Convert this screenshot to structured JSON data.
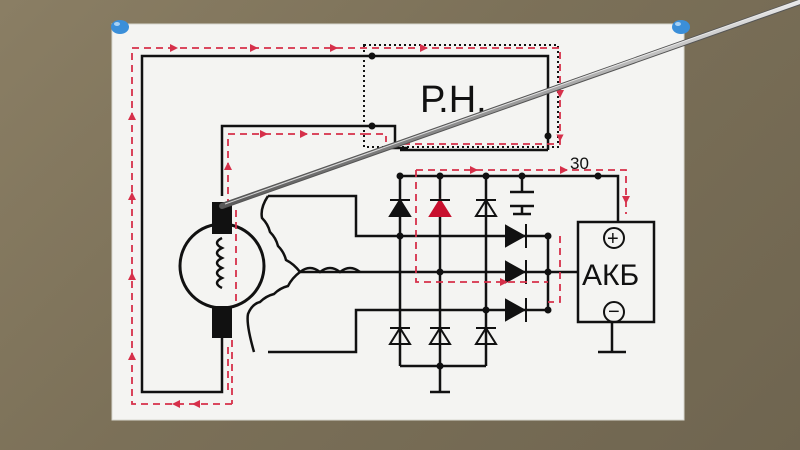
{
  "regulator_label": "Р.Н.",
  "terminal_30_label": "30",
  "battery": {
    "label": "АКБ",
    "plus_symbol": "+",
    "minus_symbol": "−"
  },
  "colors": {
    "board": "#7b7058",
    "paper": "#f4f4f2",
    "ink": "#111111",
    "current_path": "#d6304a",
    "pin_head": "#3b8fd9",
    "diode_highlight": "#c8102e"
  }
}
